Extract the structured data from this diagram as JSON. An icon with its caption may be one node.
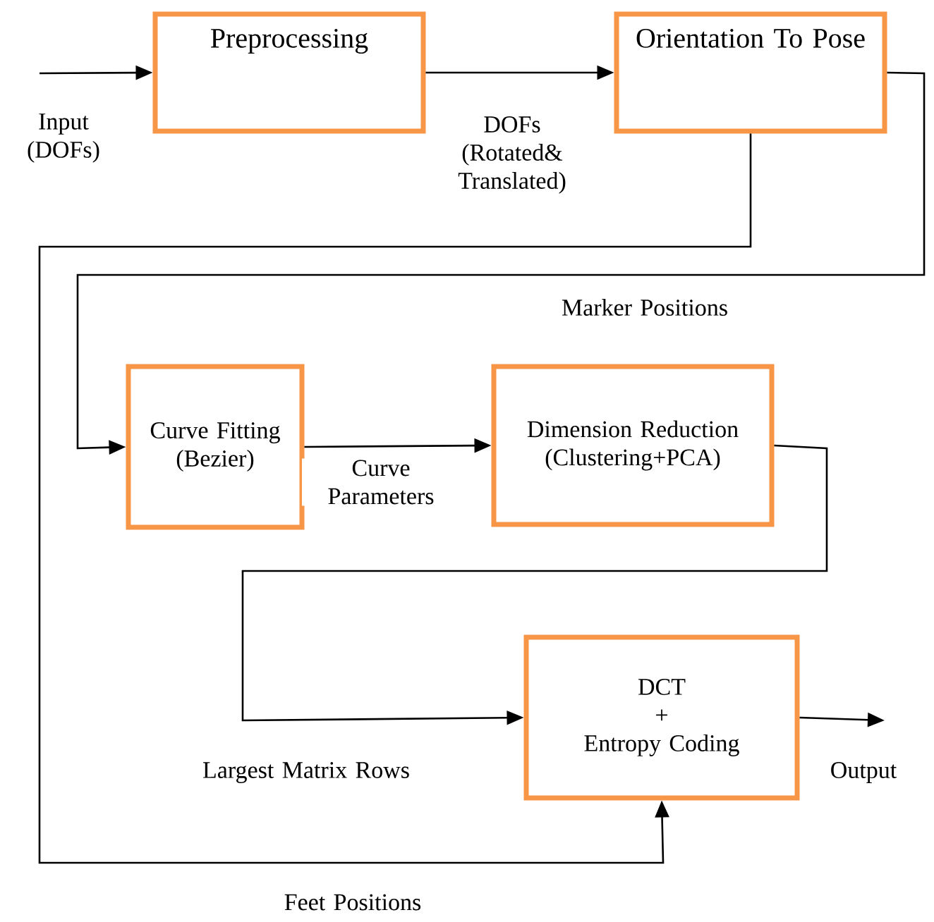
{
  "diagram": {
    "nodes": [
      {
        "text": [
          "Preprocessing"
        ]
      },
      {
        "text": [
          "Orientation To Pose"
        ]
      },
      {
        "text": [
          "Curve Fitting (Bezier)"
        ]
      },
      {
        "text": [
          "Dimension Reduction (Clustering+PCA)"
        ]
      },
      {
        "text": [
          "DCT",
          "+",
          "Entropy Coding"
        ]
      }
    ],
    "edges": [
      {
        "from": null,
        "to": 0,
        "arrow": "to",
        "label": "Input (DOFs)"
      },
      {
        "from": 0,
        "to": 1,
        "arrow": "to",
        "label": "DOFs (Rotated& Translated)"
      },
      {
        "from": 1,
        "to": 2,
        "arrow": "to",
        "label": "Marker Positions"
      },
      {
        "from": 1,
        "to": 4,
        "arrow": "to",
        "label": "Feet Positions"
      },
      {
        "from": 2,
        "to": 3,
        "arrow": "to",
        "label": "Curve Parameters"
      },
      {
        "from": 3,
        "to": 4,
        "arrow": "to",
        "label": "Largest Matrix Rows"
      },
      {
        "from": 4,
        "to": null,
        "arrow": "to",
        "label": "Output"
      }
    ]
  }
}
